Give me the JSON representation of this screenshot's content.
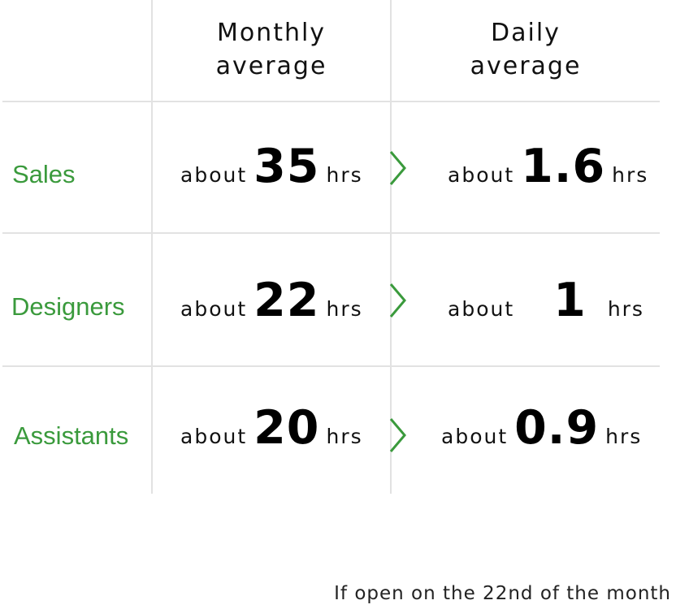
{
  "header": {
    "monthly_line1": "Monthly",
    "monthly_line2": "average",
    "daily_line1": "Daily",
    "daily_line2": "average"
  },
  "rows": [
    {
      "label": "Sales",
      "monthly_prefix": "about",
      "monthly_value": "35",
      "monthly_unit": "hrs",
      "daily_prefix": "about",
      "daily_value": "1.6",
      "daily_unit": "hrs"
    },
    {
      "label": "Designers",
      "monthly_prefix": "about",
      "monthly_value": "22",
      "monthly_unit": "hrs",
      "daily_prefix": "about",
      "daily_value": "1",
      "daily_unit": "hrs"
    },
    {
      "label": "Assistants",
      "monthly_prefix": "about",
      "monthly_value": "20",
      "monthly_unit": "hrs",
      "daily_prefix": "about",
      "daily_value": "0.9",
      "daily_unit": "hrs"
    }
  ],
  "footnote": "If open on the 22nd of the month",
  "colors": {
    "accent": "#3a9a3c",
    "grid": "#e2e2e2",
    "text": "#111111"
  },
  "icons": {
    "row_arrow": "chevron-right-icon"
  }
}
